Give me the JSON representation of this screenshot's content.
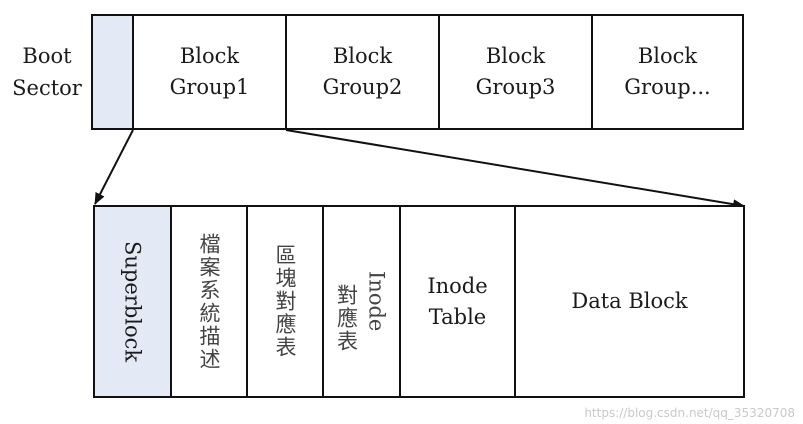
{
  "boot_label": [
    "Boot",
    "Sector"
  ],
  "top_groups": [
    [
      "Block",
      "Group1"
    ],
    [
      "Block",
      "Group2"
    ],
    [
      "Block",
      "Group3"
    ],
    [
      "Block",
      "Group..."
    ]
  ],
  "bottom_cells": {
    "superblock": "Superblock",
    "fs_desc": "檔案系統描述",
    "block_bitmap": "區塊對應表",
    "inode_bitmap_a": "Inode",
    "inode_bitmap_b": "對應表",
    "inode_table": [
      "Inode",
      "Table"
    ],
    "data_block": "Data Block"
  },
  "watermark": "https://blog.csdn.net/qq_35320708"
}
